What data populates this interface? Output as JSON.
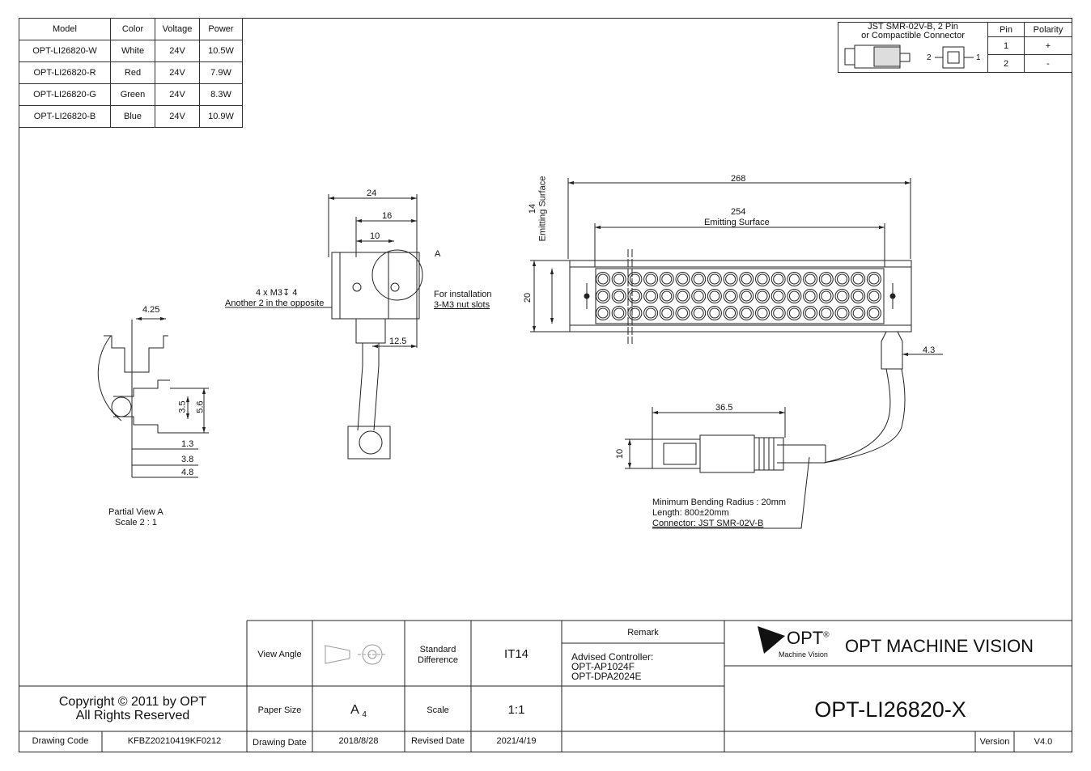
{
  "spec_table": {
    "headers": [
      "Model",
      "Color",
      "Voltage",
      "Power"
    ],
    "rows": [
      [
        "OPT-LI26820-W",
        "White",
        "24V",
        "10.5W"
      ],
      [
        "OPT-LI26820-R",
        "Red",
        "24V",
        "7.9W"
      ],
      [
        "OPT-LI26820-G",
        "Green",
        "24V",
        "8.3W"
      ],
      [
        "OPT-LI26820-B",
        "Blue",
        "24V",
        "10.9W"
      ]
    ]
  },
  "connector": {
    "title_line1": "JST SMR-02V-B, 2 Pin",
    "title_line2": "or Compactible Connector",
    "pin_header": "Pin",
    "polarity_header": "Polarity",
    "pins": [
      {
        "pin": "1",
        "polarity": "+"
      },
      {
        "pin": "2",
        "polarity": "-"
      }
    ],
    "pin_label_left": "2",
    "pin_label_right": "1"
  },
  "drawing": {
    "partial_view_title": "Partial View A",
    "partial_view_scale": "Scale 2 : 1",
    "dims_partial": {
      "d425": "4.25",
      "d35": "3.5",
      "d56": "5.6",
      "d13": "1.3",
      "d38": "3.8",
      "d48": "4.8"
    },
    "dims_side": {
      "d24": "24",
      "d16": "16",
      "d10": "10",
      "d125": "12.5"
    },
    "label_a": "A",
    "m3_note_line1": "4 x M3",
    "m3_depth": "4",
    "m3_note_line2": "Another 2 in the opposite",
    "install_note_line1": "For installation",
    "install_note_line2": "3-M3 nut slots",
    "dims_front": {
      "d268": "268",
      "d254": "254",
      "d14": "14",
      "d20": "20",
      "d43": "4.3",
      "d365": "36.5",
      "d10": "10"
    },
    "emitting_surface": "Emitting Surface",
    "cable_note_line1": "Minimum Bending Radius : 20mm",
    "cable_note_line2": "Length: 800±20mm",
    "cable_note_line3": "Connector: JST SMR-02V-B"
  },
  "title_block": {
    "copyright_line1": "Copyright © 2011 by OPT",
    "copyright_line2": "All Rights Reserved",
    "drawing_code_label": "Drawing Code",
    "drawing_code": "KFBZ20210419KF0212",
    "view_angle_label": "View Angle",
    "standard_difference_label_1": "Standard",
    "standard_difference_label_2": "Difference",
    "standard_difference": "IT14",
    "paper_size_label": "Paper Size",
    "paper_size": "A",
    "paper_size_sub": "4",
    "scale_label": "Scale",
    "scale": "1:1",
    "drawing_date_label": "Drawing Date",
    "drawing_date": "2018/8/28",
    "revised_date_label": "Revised Date",
    "revised_date": "2021/4/19",
    "remark_label": "Remark",
    "remark_line1": "Advised Controller:",
    "remark_line2": "OPT-AP1024F",
    "remark_line3": "OPT-DPA2024E",
    "logo_text": "OPT",
    "logo_reg": "®",
    "logo_sub": "Machine Vision",
    "company": "OPT MACHINE VISION",
    "part_number": "OPT-LI26820-X",
    "version_label": "Version",
    "version": "V4.0"
  }
}
